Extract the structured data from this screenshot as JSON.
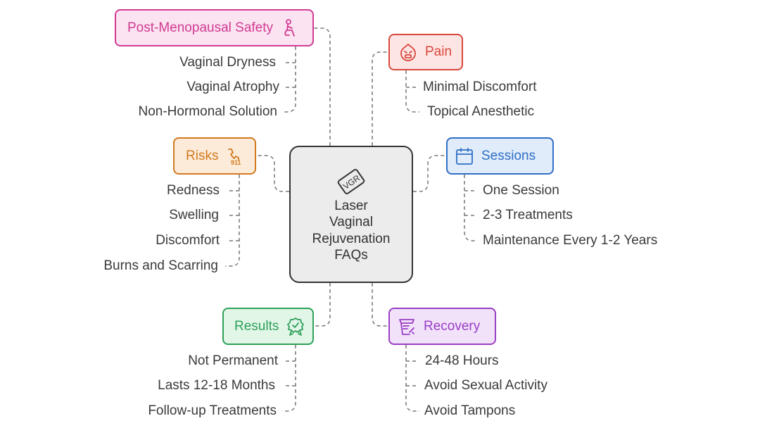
{
  "center": {
    "logo_text": "VGR",
    "title_lines": [
      "Laser",
      "Vaginal",
      "Rejuvenation",
      "FAQs"
    ]
  },
  "topics": {
    "postmeno": {
      "label": "Post-Menopausal Safety",
      "color": "#d13b93",
      "fill": "#fbe3f1",
      "icon": "person-seated-icon",
      "items": [
        "Vaginal Dryness",
        "Vaginal Atrophy",
        "Non-Hormonal Solution"
      ]
    },
    "pain": {
      "label": "Pain",
      "color": "#d9463e",
      "fill": "#fde5e3",
      "icon": "pain-face-icon",
      "items": [
        "Minimal Discomfort",
        "Topical Anesthetic"
      ]
    },
    "risks": {
      "label": "Risks",
      "color": "#d17a1f",
      "fill": "#fdebd9",
      "icon": "emergency-phone-icon",
      "icon_text": "911",
      "items": [
        "Redness",
        "Swelling",
        "Discomfort",
        "Burns and Scarring"
      ]
    },
    "sessions": {
      "label": "Sessions",
      "color": "#2f6fc4",
      "fill": "#e1ecfb",
      "icon": "calendar-icon",
      "items": [
        "One Session",
        "2-3 Treatments",
        "Maintenance Every 1-2 Years"
      ]
    },
    "results": {
      "label": "Results",
      "color": "#2ea05a",
      "fill": "#e2f6e8",
      "icon": "award-badge-icon",
      "items": [
        "Not Permanent",
        "Lasts 12-18 Months",
        "Follow-up Treatments"
      ]
    },
    "recovery": {
      "label": "Recovery",
      "color": "#9a3ec4",
      "fill": "#f1e2fa",
      "icon": "recovery-kit-icon",
      "items": [
        "24-48 Hours",
        "Avoid Sexual Activity",
        "Avoid Tampons"
      ]
    }
  }
}
